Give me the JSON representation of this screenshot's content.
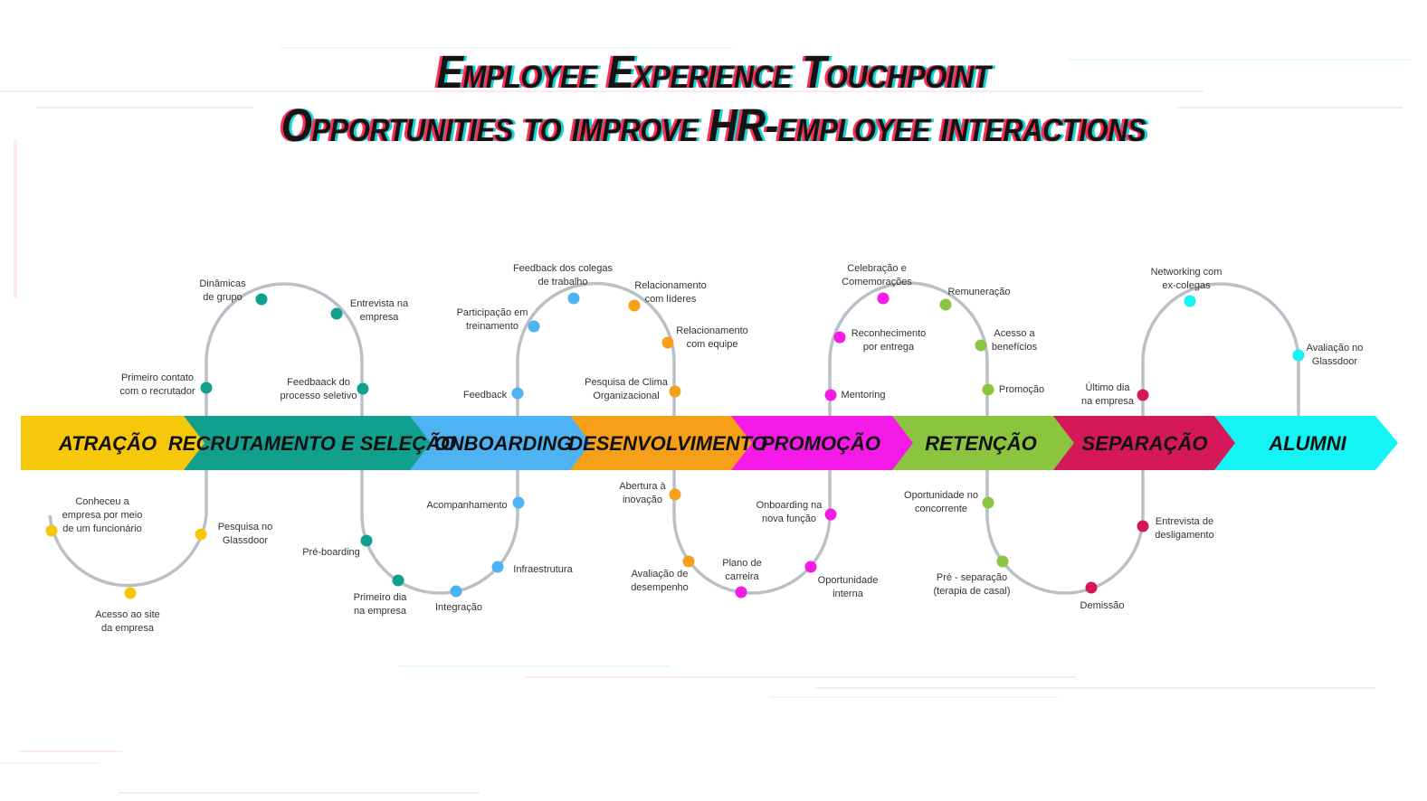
{
  "title": {
    "line1": "Employee Experience Touchpoint",
    "line2": "Opportunities to improve HR-employee interactions"
  },
  "colors": {
    "path": "#b9c0c8",
    "atracao": "#f7c80a",
    "recrutamento": "#12a08e",
    "onboarding": "#4db3f2",
    "desenvolvimento": "#f6a01a",
    "promocao": "#f51ae8",
    "retencao": "#8bc53f",
    "separacao": "#d4185a",
    "alumni": "#14f4f4"
  },
  "stages": [
    {
      "key": "atracao",
      "label": "ATRAÇÃO"
    },
    {
      "key": "recrutamento",
      "label": "RECRUTAMENTO E SELEÇÃO"
    },
    {
      "key": "onboarding",
      "label": "ONBOARDING"
    },
    {
      "key": "desenvolvimento",
      "label": "DESENVOLVIMENTO"
    },
    {
      "key": "promocao",
      "label": "PROMOÇÃO"
    },
    {
      "key": "retencao",
      "label": "RETENÇÃO"
    },
    {
      "key": "separacao",
      "label": "SEPARAÇÃO"
    },
    {
      "key": "alumni",
      "label": "ALUMNI"
    }
  ],
  "touchpoints": {
    "atracao": [
      "Conheceu a empresa por meio de um funcionário",
      "Acesso ao site da empresa",
      "Pesquisa no Glassdoor"
    ],
    "recrutamento": [
      "Primeiro contato com o recrutador",
      "Dinâmicas de grupo",
      "Entrevista na empresa",
      "Feedbaack do processo seletivo",
      "Pré-boarding",
      "Primeiro dia na empresa"
    ],
    "onboarding": [
      "Integração",
      "Infraestrutura",
      "Acompanhamento",
      "Feedback",
      "Participação em treinamento",
      "Feedback dos colegas de trabalho"
    ],
    "desenvolvimento": [
      "Relacionamento com líderes",
      "Relacionamento com equipe",
      "Pesquisa de Clima Organizacional",
      "Abertura à inovação",
      "Avaliação de desempenho"
    ],
    "promocao": [
      "Plano de carreira",
      "Oportunidade interna",
      "Onboarding na nova função",
      "Mentoring",
      "Reconhecimento por entrega",
      "Celebração e Comemorações"
    ],
    "retencao": [
      "Remuneração",
      "Acesso a benefícios",
      "Promoção",
      "Oportunidade no concorrente",
      "Pré - separação (terapia de casal)"
    ],
    "separacao": [
      "Demissão",
      "Entrevista de desligamento",
      "Último dia na empresa"
    ],
    "alumni": [
      "Networking com ex-colegas",
      "Avaliação no Glassdoor"
    ]
  }
}
